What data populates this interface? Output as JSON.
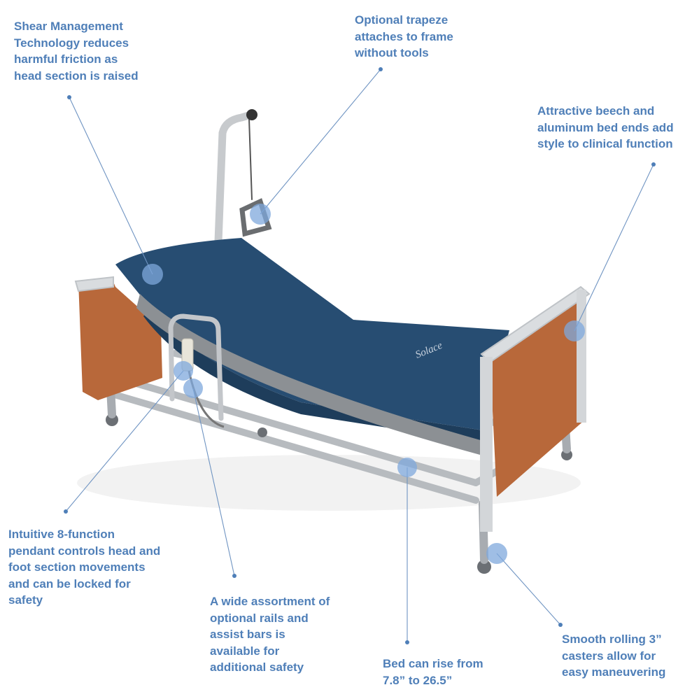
{
  "callouts": {
    "shear": "Shear Management\nTechnology reduces\nharmful friction as\nhead section is raised",
    "trapeze": "Optional trapeze\nattaches to frame\nwithout tools",
    "beech": "Attractive beech and\naluminum bed ends add\nstyle to clinical function",
    "pendant": "Intuitive 8-function\npendant controls head and\nfoot section movements\nand can be locked for\nsafety",
    "rails": "A wide assortment of\noptional rails and\nassist bars is\navailable for\nadditional safety",
    "rise": "Bed can rise from\n7.8” to 26.5”",
    "casters": "Smooth rolling 3”\ncasters allow for\neasy maneuvering"
  },
  "mattress_brand": "Solace",
  "colors": {
    "callout_text": "#4f7fb8",
    "leader_line": "#6f94c2",
    "marker": "#7fa8dc",
    "mattress": "#274d72",
    "wood_panel": "#b8683a",
    "frame": "#c9ccd0"
  }
}
